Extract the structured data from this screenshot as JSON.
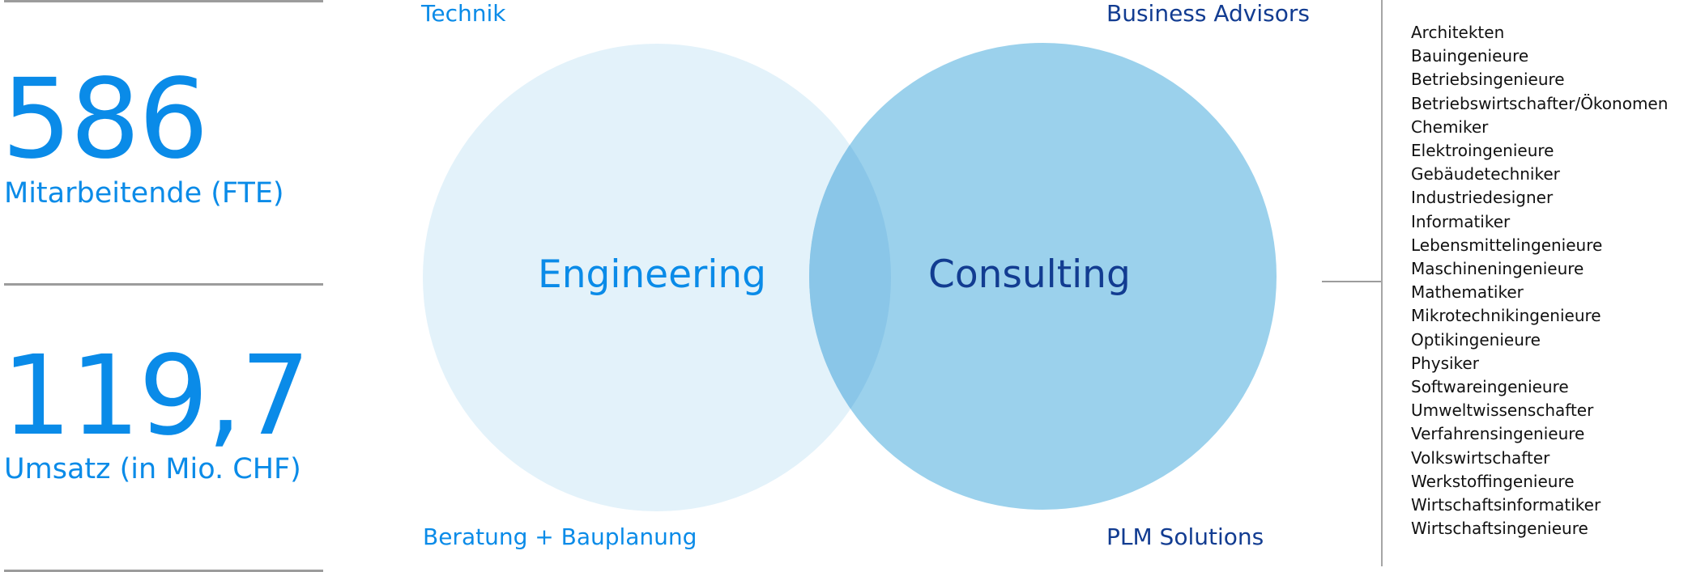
{
  "stats": [
    {
      "value": "586",
      "label": "Mitarbeitende (FTE)"
    },
    {
      "value": "119,7",
      "label": "Umsatz (in Mio. CHF)"
    }
  ],
  "venn": {
    "left": {
      "title": "Engineering",
      "top_label": "Technik",
      "bottom_label": "Beratung + Bauplanung"
    },
    "right": {
      "title": "Consulting",
      "top_label": "Business Advisors",
      "bottom_label": "PLM Solutions"
    }
  },
  "professions": [
    "Architekten",
    "Bauingenieure",
    "Betriebsingenieure",
    "Betriebswirtschafter/Ökonomen",
    "Chemiker",
    "Elektroingenieure",
    "Gebäudetechniker",
    "Industriedesigner",
    "Informatiker",
    "Lebensmittelingenieure",
    "Maschineningenieure",
    "Mathematiker",
    "Mikrotechnikingenieure",
    "Optikingenieure",
    "Physiker",
    "Softwareingenieure",
    "Umweltwissenschafter",
    "Verfahrensingenieure",
    "Volkswirtschafter",
    "Werkstoffingenieure",
    "Wirtschaftsinformatiker",
    "Wirtschaftsingenieure"
  ],
  "colors": {
    "accent_blue": "#0a8be8",
    "dark_blue": "#123c91",
    "circle_left": "#e3f2fa",
    "circle_right": "#9bd1ec",
    "overlap": "#8ac6e8",
    "divider": "#9c9c9c"
  }
}
